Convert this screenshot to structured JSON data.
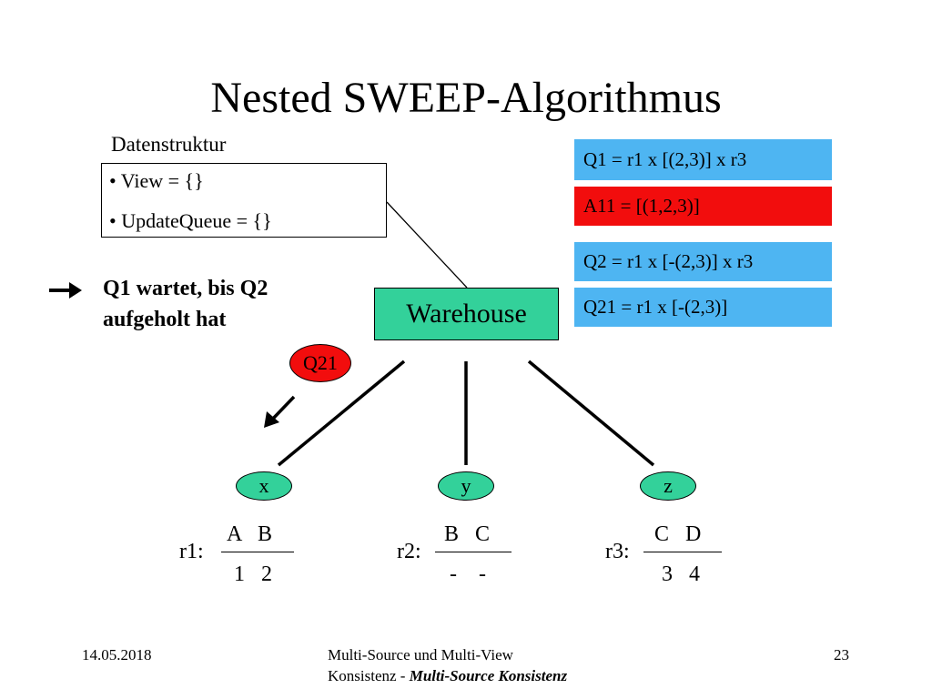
{
  "colors": {
    "query_box": "#4eb5f2",
    "answer_box": "#f20d0d",
    "warehouse": "#33d19a",
    "q21_badge": "#f20d0d",
    "nodes": "#33d19a"
  },
  "title": "Nested SWEEP-Algorithmus",
  "data_structure": {
    "label": "Datenstruktur",
    "items": [
      "• View = {}",
      "• UpdateQueue = {}"
    ]
  },
  "note": "Q1 wartet, bis Q2 aufgeholt hat",
  "warehouse": "Warehouse",
  "queries": [
    {
      "text": "Q1 = r1 x [(2,3)] x r3",
      "kind": "query"
    },
    {
      "text": "A11 = [(1,2,3)]",
      "kind": "answer"
    },
    {
      "text": "Q2 = r1 x [-(2,3)] x r3",
      "kind": "query"
    },
    {
      "text": "Q21 = r1 x [-(2,3)]",
      "kind": "query"
    }
  ],
  "q21_badge": "Q21",
  "nodes": [
    "x",
    "y",
    "z"
  ],
  "relations": [
    {
      "name": "r1:",
      "headers": "A   B",
      "values": "1   2"
    },
    {
      "name": "r2:",
      "headers": "B   C",
      "values": "-    -"
    },
    {
      "name": "r3:",
      "headers": "C   D",
      "values": "3   4"
    }
  ],
  "footer": {
    "date": "14.05.2018",
    "line1": "Multi-Source und Multi-View",
    "line2_prefix": "Konsistenz - ",
    "line2_italic": "Multi-Source Konsistenz",
    "page": "23"
  }
}
